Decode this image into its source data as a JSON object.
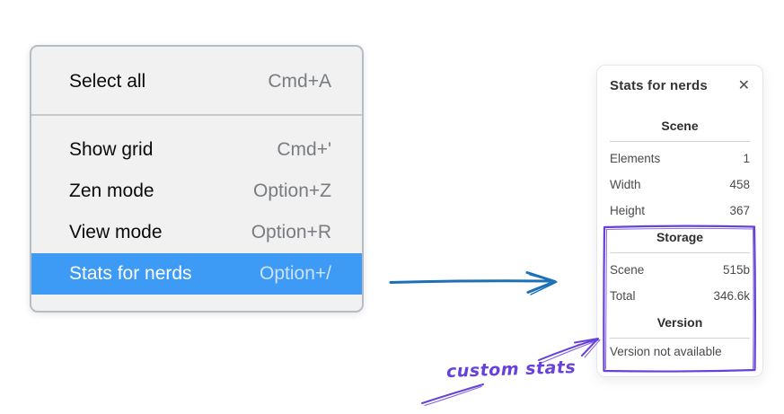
{
  "context_menu": {
    "items": [
      {
        "label": "Select all",
        "shortcut": "Cmd+A",
        "highlighted": false
      },
      {
        "label": "Show grid",
        "shortcut": "Cmd+'",
        "highlighted": false
      },
      {
        "label": "Zen mode",
        "shortcut": "Option+Z",
        "highlighted": false
      },
      {
        "label": "View mode",
        "shortcut": "Option+R",
        "highlighted": false
      },
      {
        "label": "Stats for nerds",
        "shortcut": "Option+/",
        "highlighted": true
      }
    ]
  },
  "stats_panel": {
    "title": "Stats for nerds",
    "close_icon": "✕",
    "scene": {
      "header": "Scene",
      "rows": [
        {
          "label": "Elements",
          "value": "1"
        },
        {
          "label": "Width",
          "value": "458"
        },
        {
          "label": "Height",
          "value": "367"
        }
      ]
    },
    "storage": {
      "header": "Storage",
      "rows": [
        {
          "label": "Scene",
          "value": "515b"
        },
        {
          "label": "Total",
          "value": "346.6k"
        }
      ]
    },
    "version": {
      "header": "Version",
      "note": "Version not available"
    }
  },
  "annotations": {
    "custom_stats_label": "custom stats"
  },
  "colors": {
    "menu_highlight": "#3d9af5",
    "arrow_blue": "#1d70b7",
    "annotation_purple": "#6741d9"
  }
}
